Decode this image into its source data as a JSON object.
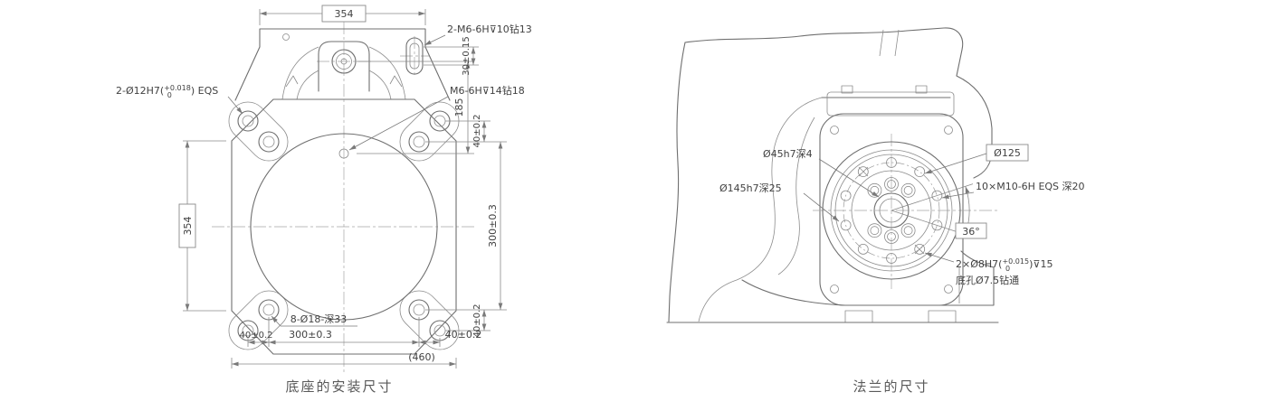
{
  "page": {
    "background": "#ffffff",
    "line_color": "#6f6f6f",
    "text_color": "#414141"
  },
  "base_view": {
    "caption": "底座的安装尺寸",
    "dim_top_width": "354",
    "dim_left_height": "354",
    "dim_right_30": "30±0.15",
    "dim_right_185": "185",
    "dim_right_40_top": "40±0.2",
    "dim_right_300": "300±0.3",
    "dim_right_40_bottom": "40±0.2",
    "dim_bottom_40_left": "40±0.2",
    "dim_bottom_300": "300±0.3",
    "dim_bottom_40_right": "40±0.2",
    "dim_bottom_overall": "(460)",
    "ann_tap_top": "2-M6-6H⊽10钻13",
    "ann_tap_side": "M6-6H⊽14钻18",
    "ann_counterbore": "8-Ø18-深33",
    "ann_dowel_pre": "2-Ø12H7(",
    "ann_dowel_sup": "+0.018",
    "ann_dowel_sub": "0",
    "ann_dowel_post": ") EQS"
  },
  "flange_view": {
    "caption": "法兰的尺寸",
    "ann_d45": "Ø45h7深4",
    "ann_d145": "Ø145h7深25",
    "ann_d125": "Ø125",
    "ann_bolt_circle": "10×M10-6H EQS 深20",
    "ann_angle": "36°",
    "ann_dowel_pre": "2×Ø8H7(",
    "ann_dowel_sup": "+0.015",
    "ann_dowel_sub": "0",
    "ann_dowel_post": ")⊽15",
    "ann_pilot": "底孔Ø7.5钻通"
  }
}
